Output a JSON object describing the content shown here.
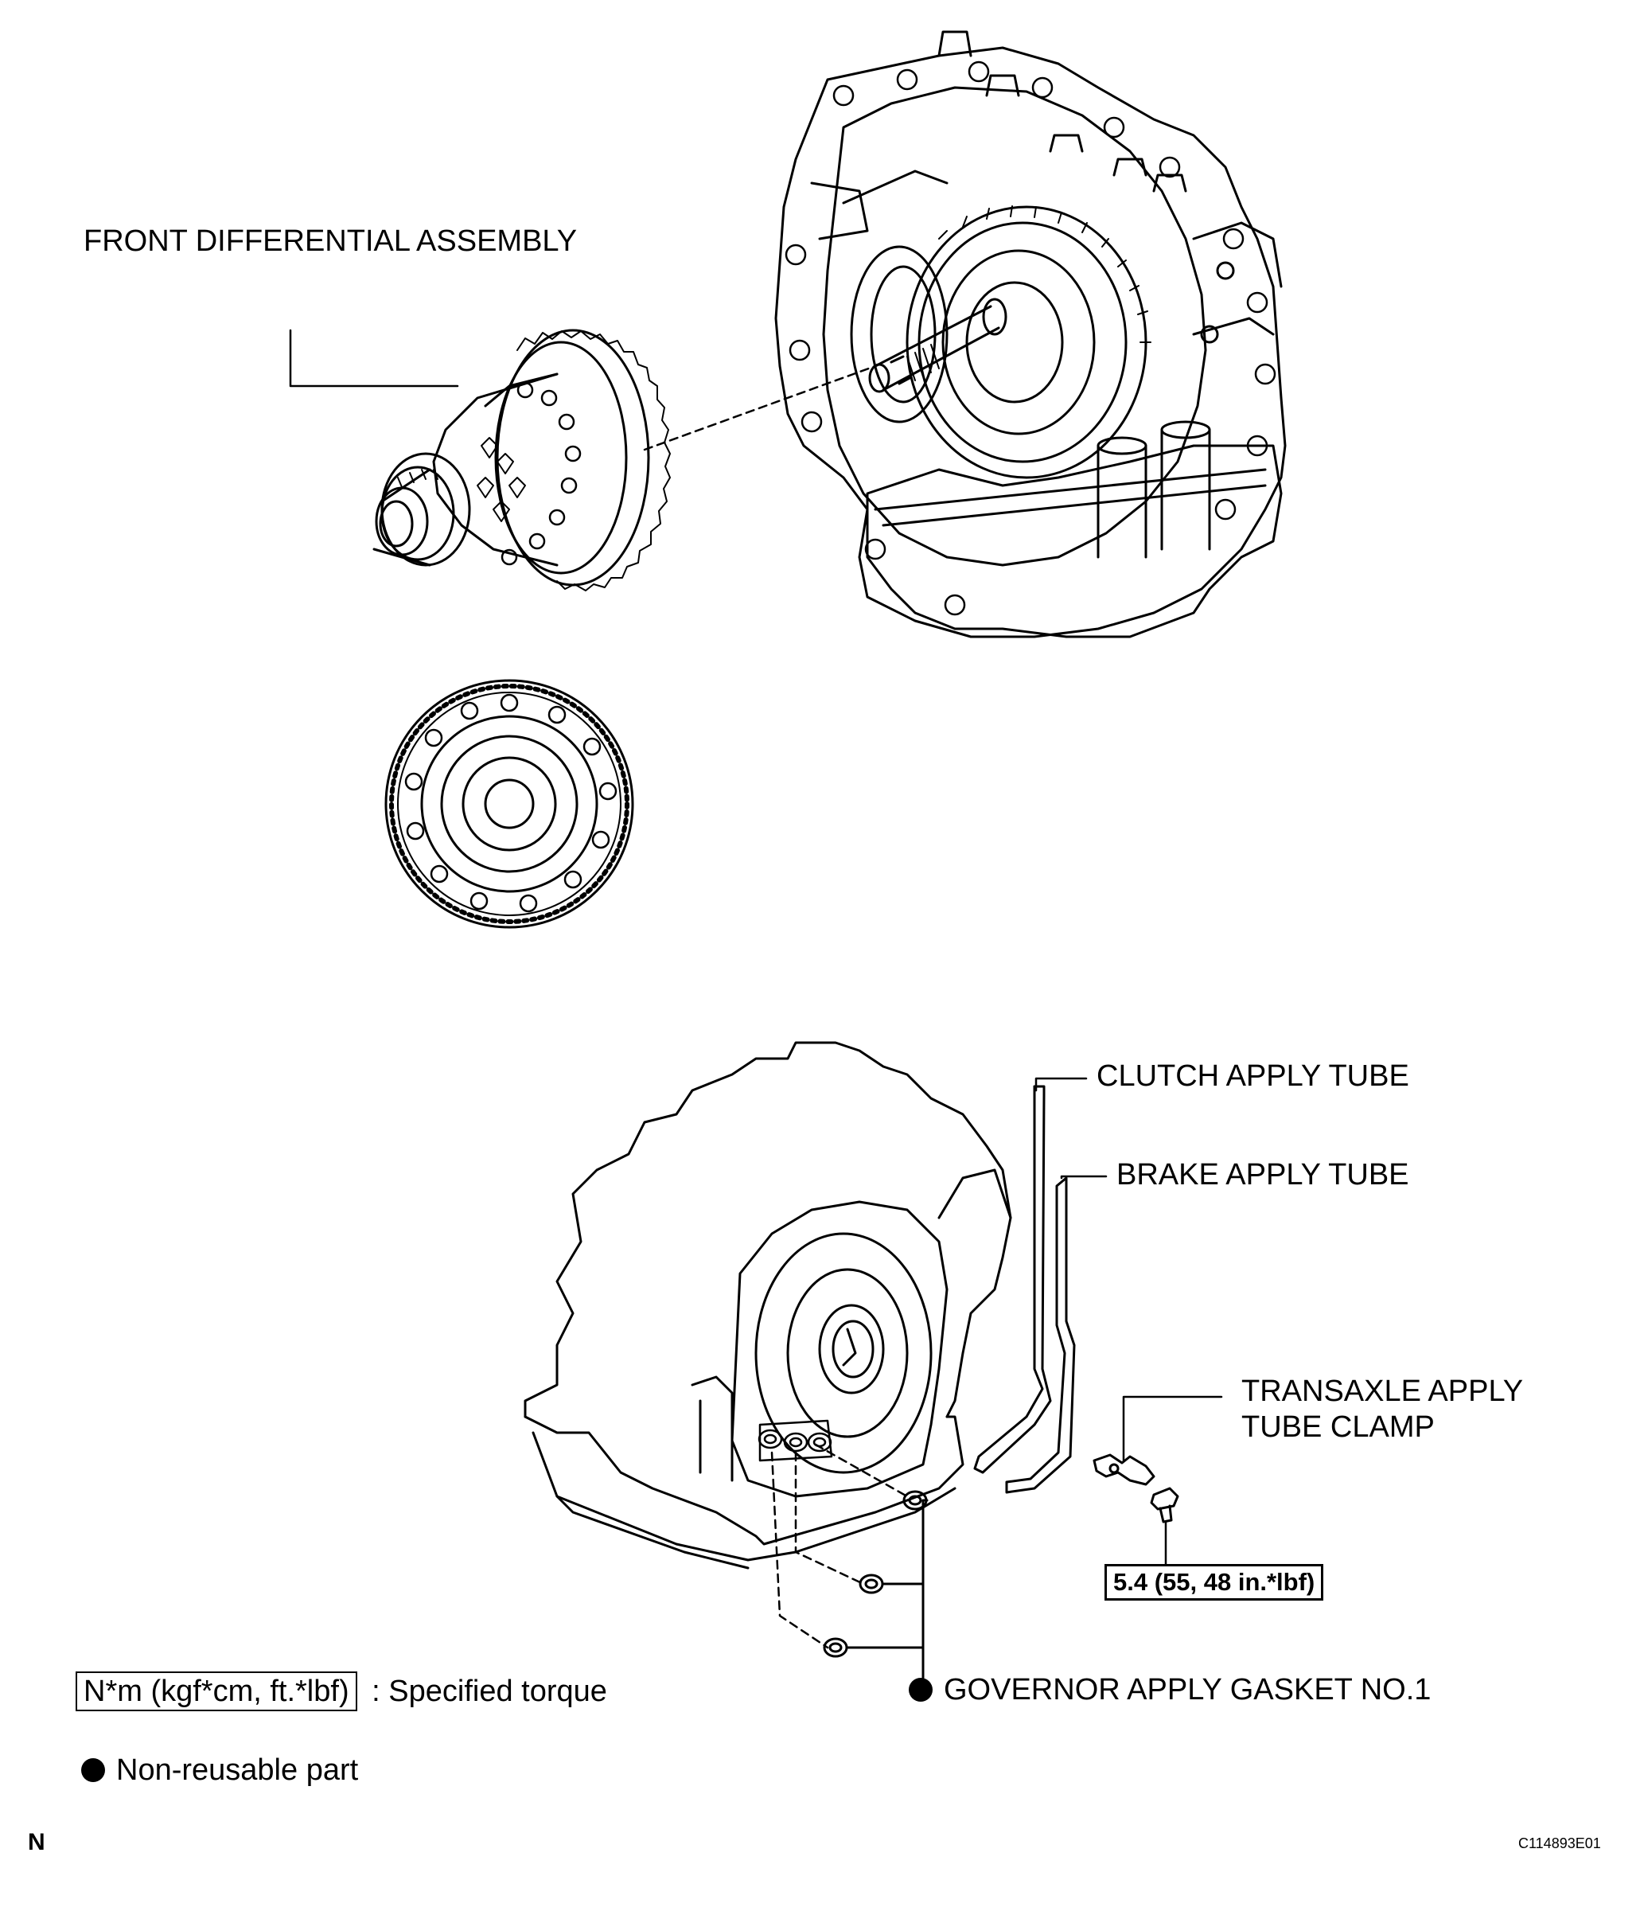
{
  "labels": {
    "front_differential": "FRONT DIFFERENTIAL ASSEMBLY",
    "clutch_apply_tube": "CLUTCH APPLY TUBE",
    "brake_apply_tube": "BRAKE APPLY TUBE",
    "transaxle_clamp_line1": "TRANSAXLE APPLY",
    "transaxle_clamp_line2": "TUBE CLAMP",
    "torque_value": "5.4 (55, 48 in.*lbf)",
    "governor_gasket": "GOVERNOR APPLY GASKET NO.1"
  },
  "legend": {
    "torque_unit": "N*m (kgf*cm, ft.*lbf)",
    "torque_desc": ": Specified torque",
    "nonreusable": "Non-reusable part"
  },
  "footer": {
    "letter": "N",
    "code": "C114893E01"
  }
}
